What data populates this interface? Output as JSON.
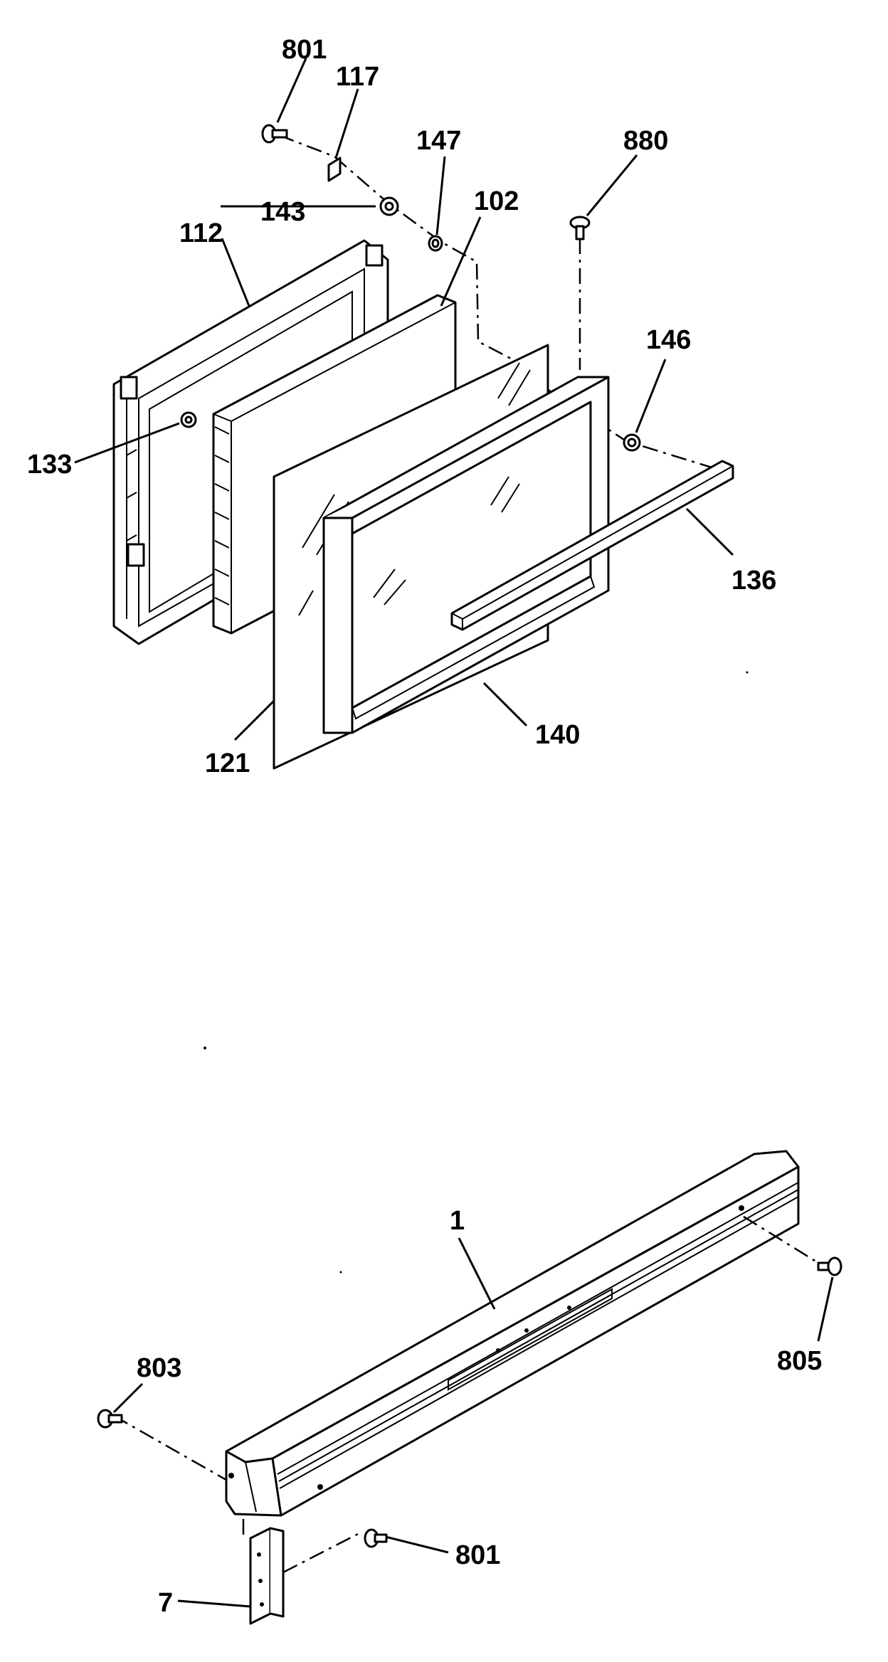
{
  "labels": {
    "l801a": "801",
    "l117": "117",
    "l147": "147",
    "l880": "880",
    "l143": "143",
    "l112": "112",
    "l102": "102",
    "l146": "146",
    "l133": "133",
    "l136": "136",
    "l121": "121",
    "l140": "140",
    "l1": "1",
    "l803": "803",
    "l805": "805",
    "l7": "7",
    "l801b": "801"
  }
}
